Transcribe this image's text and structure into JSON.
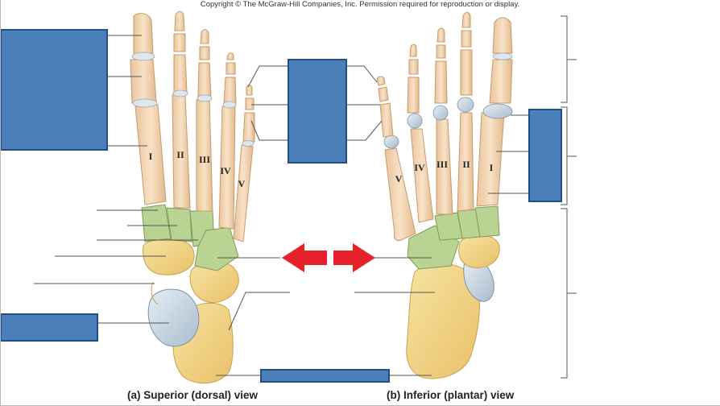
{
  "copyright": "Copyright © The McGraw-Hill Companies, Inc. Permission required for reproduction or display.",
  "panels": {
    "superior": {
      "caption": "(a) Superior (dorsal) view",
      "digits": [
        "I",
        "II",
        "III",
        "IV",
        "V"
      ]
    },
    "inferior": {
      "caption": "(b) Inferior (plantar) view",
      "digits": [
        "V",
        "IV",
        "III",
        "II",
        "I"
      ]
    }
  },
  "colors": {
    "label_box": "#4a7fba",
    "label_box_border": "#1f4f86",
    "arrow": "#e8202a",
    "phalanx_bone": "#f1d3b0",
    "tarsal_green": "#b9d393",
    "tarsal_yellow": "#f4d98a",
    "talus_blue": "#c8d6e2",
    "leader_line": "#555555"
  },
  "label_boxes": [
    {
      "name": "label-box-phalanges-dorsal"
    },
    {
      "name": "label-box-middle-phalanges"
    },
    {
      "name": "label-box-metatarsals-plantar"
    },
    {
      "name": "label-box-talus"
    },
    {
      "name": "label-box-calcaneus"
    }
  ],
  "icons": [
    "arrow-left-icon",
    "arrow-right-icon"
  ]
}
